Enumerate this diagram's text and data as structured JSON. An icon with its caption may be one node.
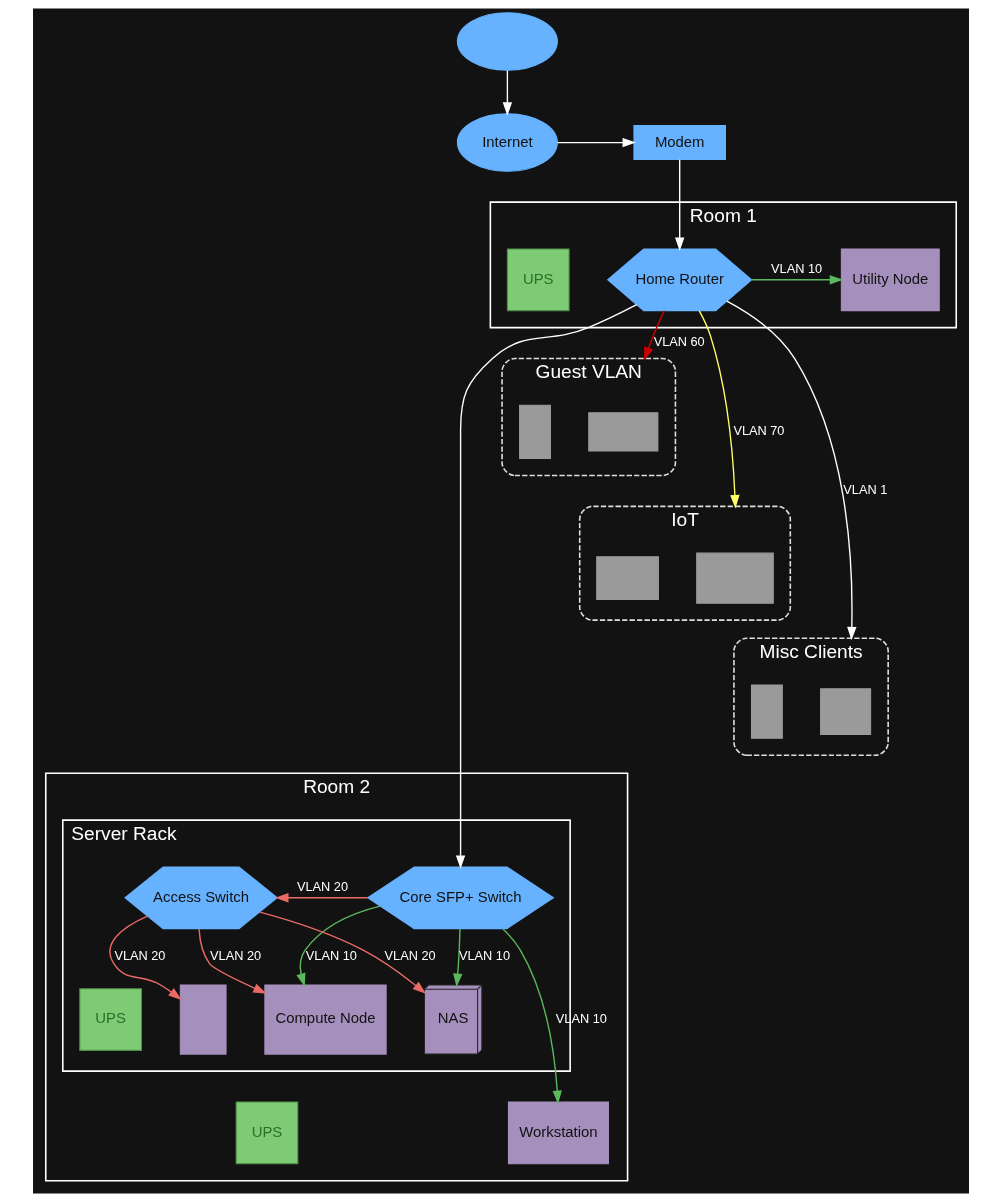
{
  "diagram": {
    "nodes": [
      {
        "text": [],
        "shape": "cloud"
      },
      {
        "text": [
          "Internet"
        ]
      },
      {
        "text": [
          "Modem"
        ]
      },
      {
        "text": [
          "Guest VLAN"
        ]
      },
      {
        "text": [],
        "shape": "box",
        "in": 3
      },
      {
        "text": [],
        "shape": "box",
        "in": 3
      },
      {
        "text": [
          "IoT"
        ]
      },
      {
        "text": [],
        "shape": "box",
        "in": 6
      },
      {
        "text": [],
        "shape": "box",
        "in": 6
      },
      {
        "text": [
          "Misc Clients"
        ]
      },
      {
        "text": [],
        "shape": "box",
        "in": 9
      },
      {
        "text": [],
        "shape": "box",
        "in": 9
      },
      {
        "text": [
          "Room 1"
        ]
      },
      {
        "text": [
          "Utility Node"
        ],
        "in": 12
      },
      {
        "text": [
          "Home Router"
        ],
        "in": 12
      },
      {
        "text": [
          "UPS"
        ],
        "in": 12
      },
      {
        "text": [
          "Room 2"
        ]
      },
      {
        "text": [
          "Server Rack"
        ],
        "in": 16
      },
      {
        "text": [
          "Core SFP+ Switch"
        ],
        "in": 17
      },
      {
        "text": [
          "Access Switch"
        ],
        "in": 17
      },
      {
        "text": [
          "Compute Node"
        ],
        "in": 17
      },
      {
        "text": [
          "NAS"
        ],
        "in": 17
      },
      {
        "text": [
          "UPS"
        ],
        "in": 17
      },
      {
        "text": [],
        "shape": "box",
        "in": 17
      },
      {
        "text": [
          "Workstation"
        ],
        "in": 16
      },
      {
        "text": [
          "UPS"
        ],
        "in": 16
      }
    ],
    "edges": [
      {
        "from": 0,
        "to": 1,
        "arrow": "to"
      },
      {
        "from": 1,
        "to": 2,
        "arrow": "to"
      },
      {
        "from": 2,
        "to": 14,
        "arrow": "to"
      },
      {
        "from": 14,
        "to": 3,
        "arrow": "to",
        "label": "VLAN 60",
        "color": "#cc0000"
      },
      {
        "from": 14,
        "to": 6,
        "arrow": "to",
        "label": "VLAN 70",
        "color": "#ffff66"
      },
      {
        "from": 14,
        "to": 13,
        "arrow": "to",
        "label": "VLAN 10",
        "color": "#5cb85c"
      },
      {
        "from": 14,
        "to": 9,
        "arrow": "to",
        "label": "VLAN 1"
      },
      {
        "from": 14,
        "to": 18,
        "arrow": "to"
      },
      {
        "from": 18,
        "to": 24,
        "arrow": "to",
        "label": "VLAN 10",
        "color": "#5cb85c"
      },
      {
        "from": 18,
        "to": 19,
        "arrow": "to",
        "label": "VLAN 20",
        "color": "#ea6b66"
      },
      {
        "from": 18,
        "to": 21,
        "arrow": "to",
        "label": "VLAN 10",
        "color": "#5cb85c"
      },
      {
        "from": 18,
        "to": 20,
        "arrow": "to",
        "label": "VLAN 10",
        "color": "#5cb85c"
      },
      {
        "from": 19,
        "to": 23,
        "arrow": "to",
        "label": "VLAN 20",
        "color": "#ea6b66"
      },
      {
        "from": 19,
        "to": 20,
        "arrow": "to",
        "label": "VLAN 20",
        "color": "#ea6b66"
      },
      {
        "from": 19,
        "to": 21,
        "arrow": "to",
        "label": "VLAN 20",
        "color": "#ea6b66"
      }
    ]
  }
}
